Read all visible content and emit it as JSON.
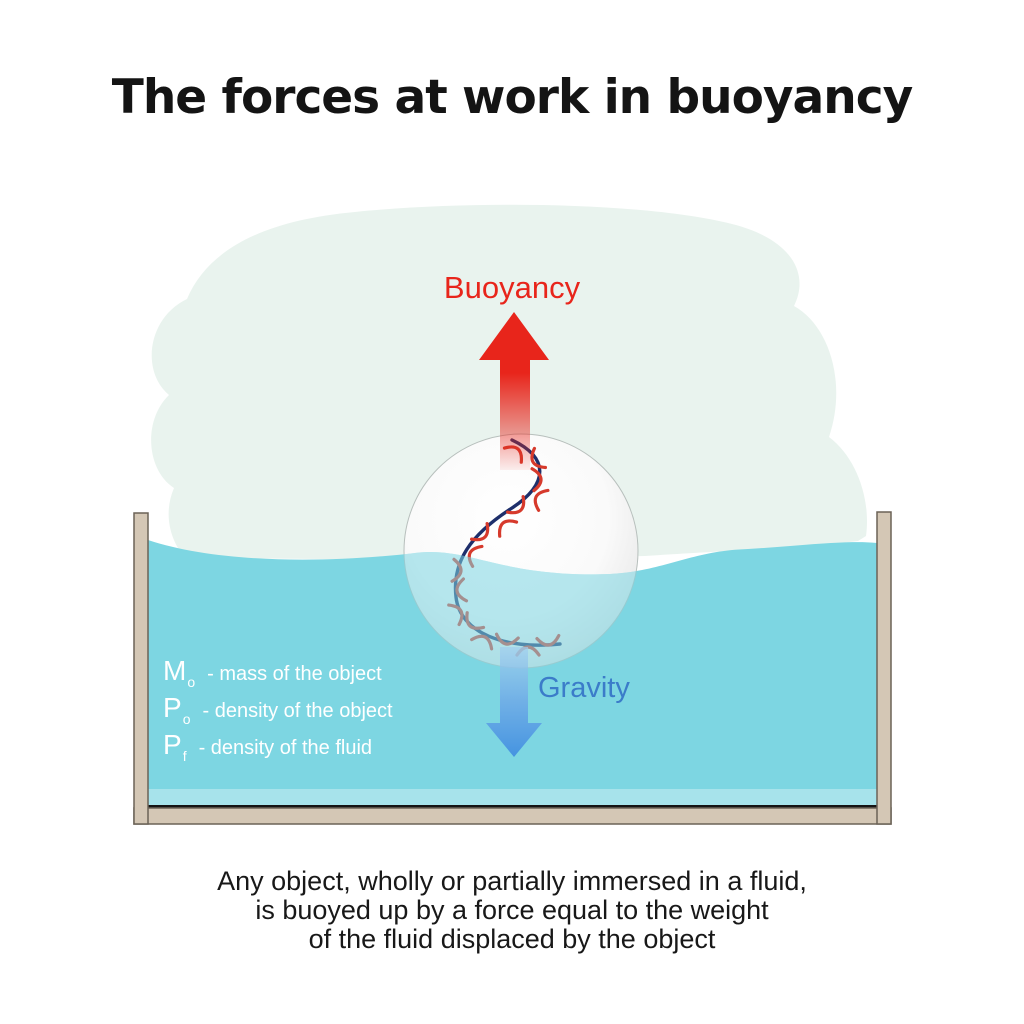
{
  "title": "The forces at work in buoyancy",
  "diagram": {
    "buoyancy_label": "Buoyancy",
    "gravity_label": "Gravity",
    "legend": {
      "items": [
        {
          "symbol": "M",
          "subscript": "o",
          "description": "- mass of the object"
        },
        {
          "symbol": "P",
          "subscript": "o",
          "description": "- density of the object"
        },
        {
          "symbol": "P",
          "subscript": "f",
          "description": "- density of the fluid"
        }
      ]
    }
  },
  "caption": {
    "line1": "Any object, wholly or partially immersed in a fluid,",
    "line2": "is buoyed up by a force equal to the weight",
    "line3": "of the fluid displaced by the object"
  },
  "colors": {
    "buoyancy_red": "#e8251b",
    "gravity_label_blue": "#3b7cc9",
    "gravity_arrow_blue": "#3f8de0",
    "gravity_arrow_light_blue": "#a3d0ef",
    "water_cyan": "#7dd6e2",
    "background_mint": "#e9f3ee",
    "tank_tan": "#d4c7b5",
    "seam_navy": "#1e2f6b",
    "stitch_red": "#d63a2c",
    "text_black": "#181818",
    "legend_white": "#ffffff"
  }
}
